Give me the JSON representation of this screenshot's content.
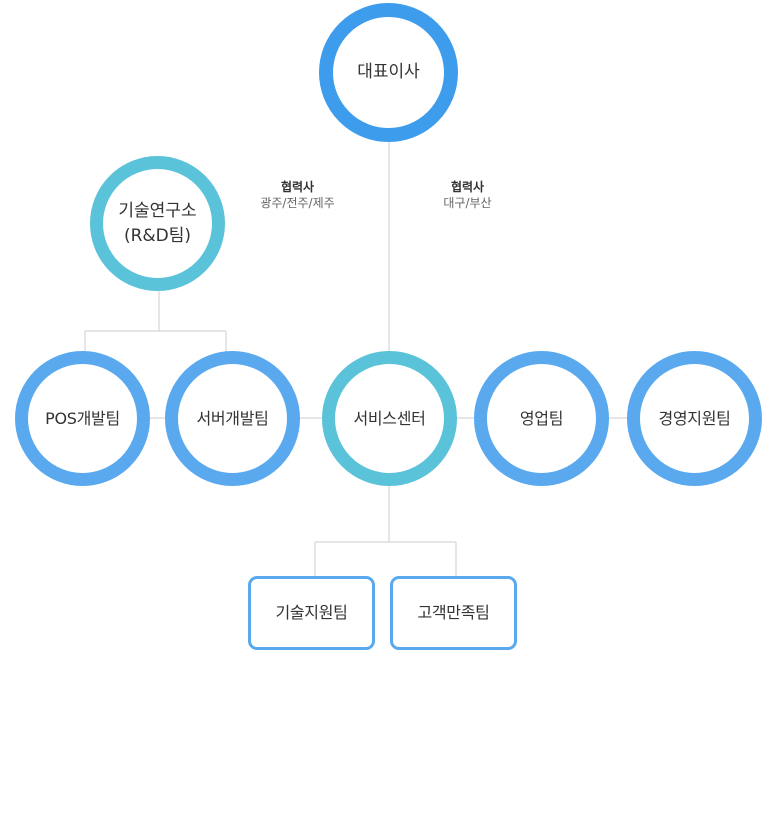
{
  "ceo": "대표이사",
  "rnd": {
    "line1": "기술연구소",
    "line2": "(R&D팀)"
  },
  "partners_left": {
    "title": "협력사",
    "regions": "광주/전주/제주"
  },
  "partners_right": {
    "title": "협력사",
    "regions": "대구/부산"
  },
  "teams": {
    "pos": "POS개발팀",
    "server": "서버개발팀",
    "service": "서비스센터",
    "sales": "영업팀",
    "management": "경영지원팀"
  },
  "sub_teams": {
    "tech_support": "기술지원팀",
    "customer_satisfaction": "고객만족팀"
  }
}
